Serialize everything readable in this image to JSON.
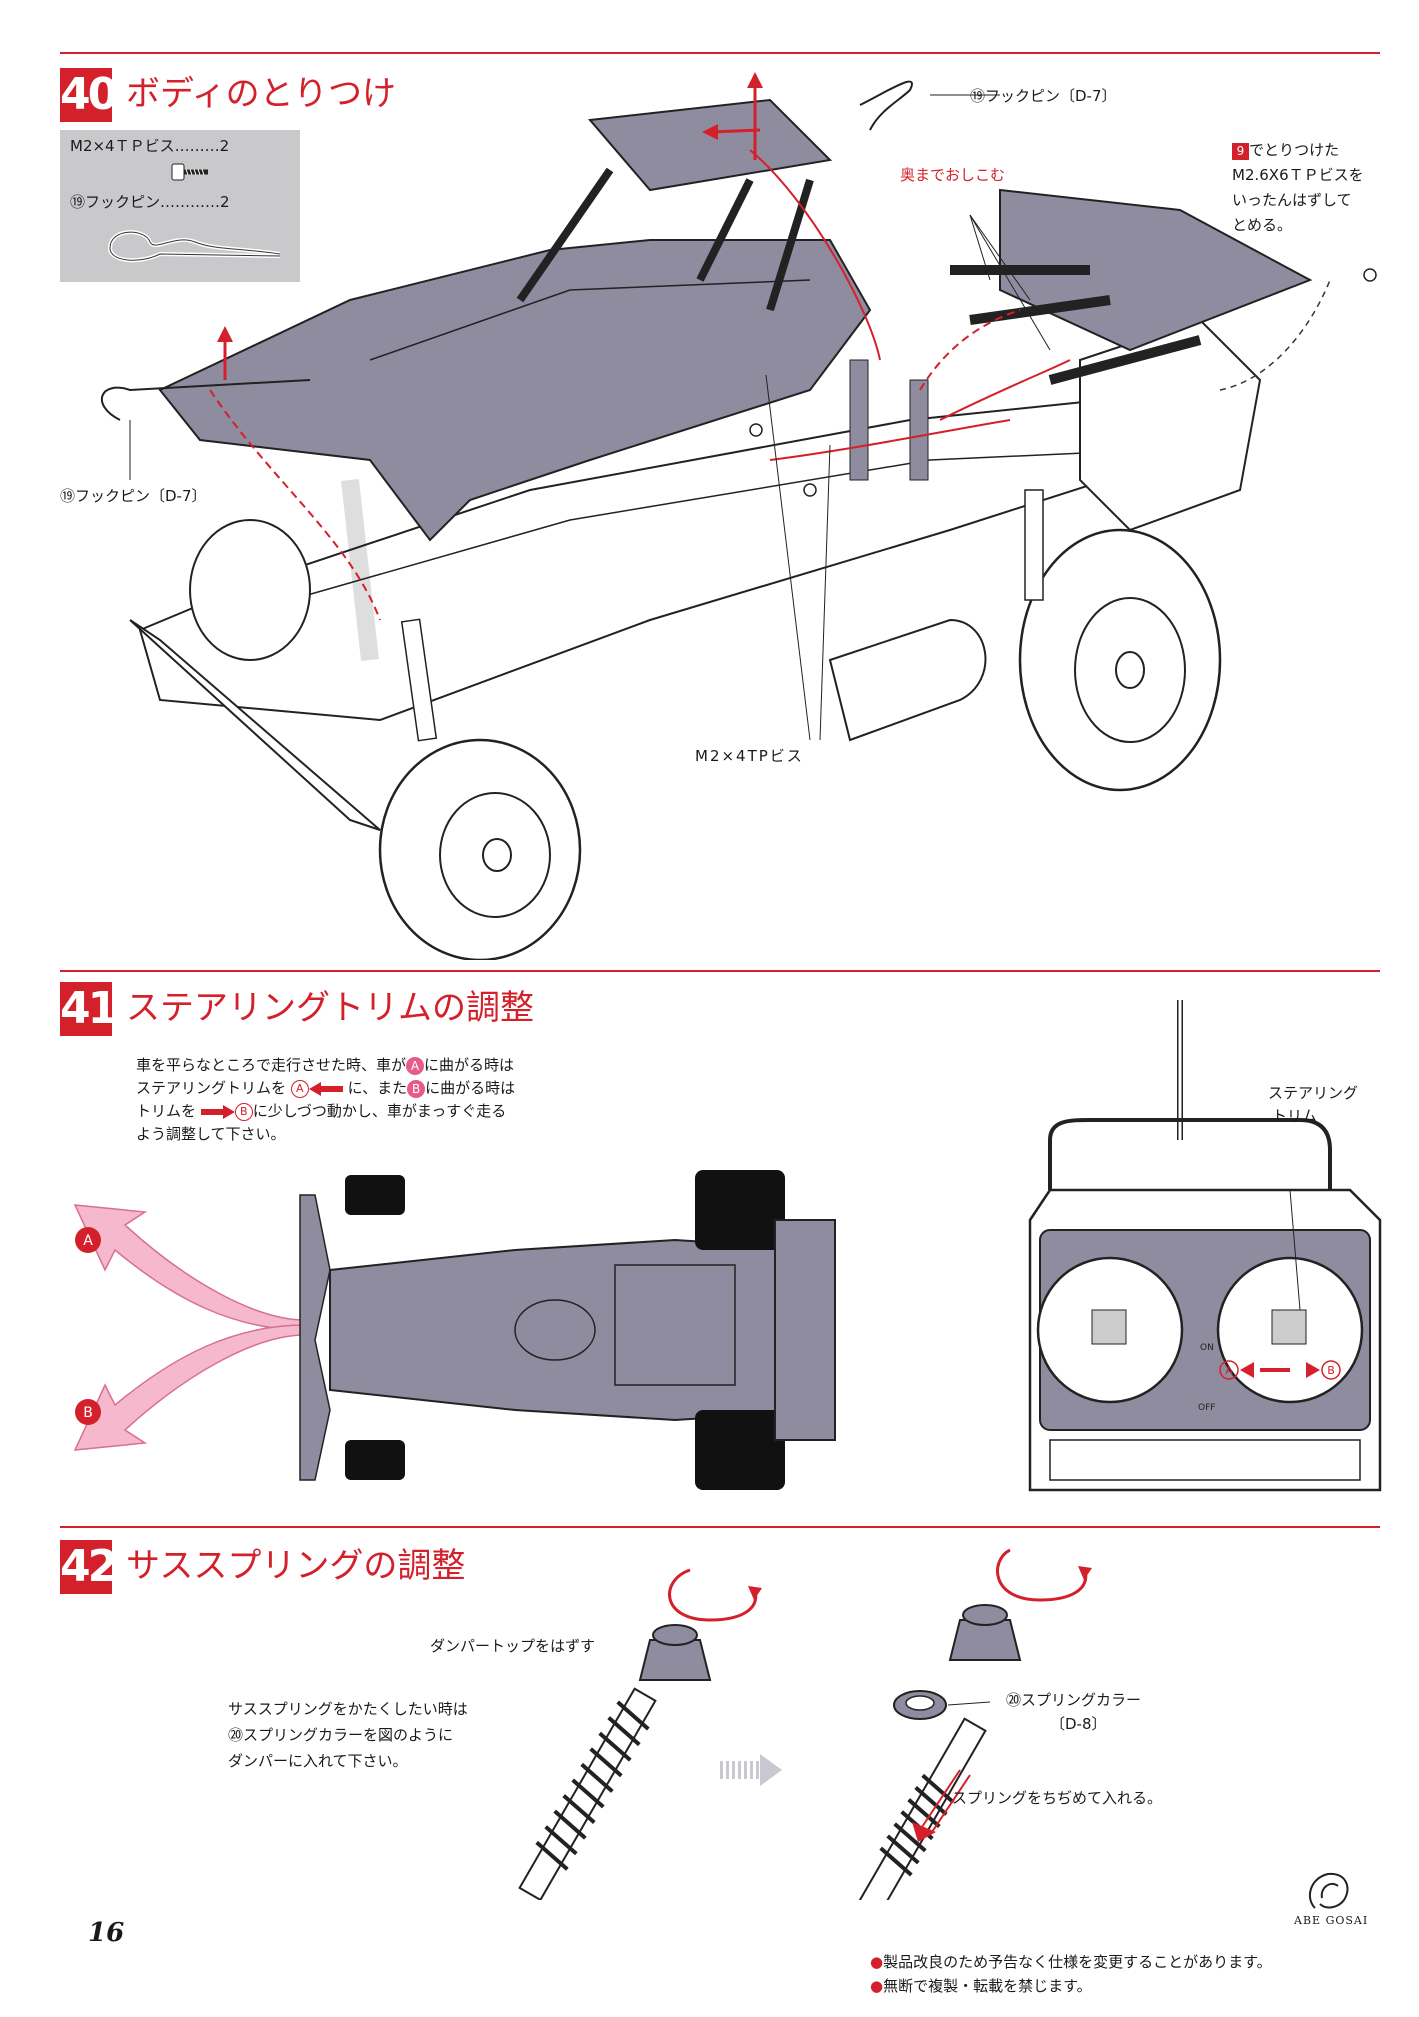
{
  "steps": [
    {
      "number": "40",
      "title": "ボディのとりつけ"
    },
    {
      "number": "41",
      "title": "ステアリングトリムの調整"
    },
    {
      "number": "42",
      "title": "サススプリングの調整"
    }
  ],
  "step40": {
    "parts": [
      {
        "name": "M2×4ＴＰビス",
        "dots": "………",
        "qty": "2"
      },
      {
        "name": "⑲フックピン",
        "dots": "…………",
        "qty": "2"
      }
    ],
    "label_hookpin_top": "⑲フックピン〔D-7〕",
    "label_hookpin_left": "⑲フックピン〔D-7〕",
    "label_push_in": "奥までおしこむ",
    "note_lines": [
      "でとりつけた",
      "M2.6X6ＴＰビスを",
      "いったんはずして",
      "とめる。"
    ],
    "note_badge": "9",
    "label_screws": "M2×4TPビス"
  },
  "step41": {
    "para_lines": [
      "車を平らなところで走行させた時、車が",
      "に曲がる時は",
      "ステアリングトリムを",
      "に、また",
      "に曲がる時は",
      "トリムを",
      "に少しづつ動かし、車がまっすぐ走る",
      "よう調整して下さい。"
    ],
    "marker_a": "A",
    "marker_b": "B",
    "label_trim": [
      "ステアリング",
      "トリム"
    ],
    "transmitter_marks": [
      "ON",
      "OFF"
    ]
  },
  "step42": {
    "label_damper_top": "ダンパートップをはずす",
    "para_lines": [
      "サススプリングをかたくしたい時は",
      "⑳スプリングカラーを図のように",
      "ダンパーに入れて下さい。"
    ],
    "label_collar": "⑳スプリングカラー",
    "label_collar_code": "〔D-8〕",
    "label_compress": "スプリングをちぢめて入れる。"
  },
  "footer": {
    "page_number": "16",
    "notes": [
      "製品改良のため予告なく仕様を変更することがあります。",
      "無断で複製・転載を禁じます。"
    ],
    "logo": [
      "ABE",
      "GOSAI"
    ]
  },
  "colors": {
    "accent": "#d4202a",
    "marker": "#e85a8a",
    "parts_bg": "#c9c9cc",
    "body_fill": "#8e8c9e"
  }
}
